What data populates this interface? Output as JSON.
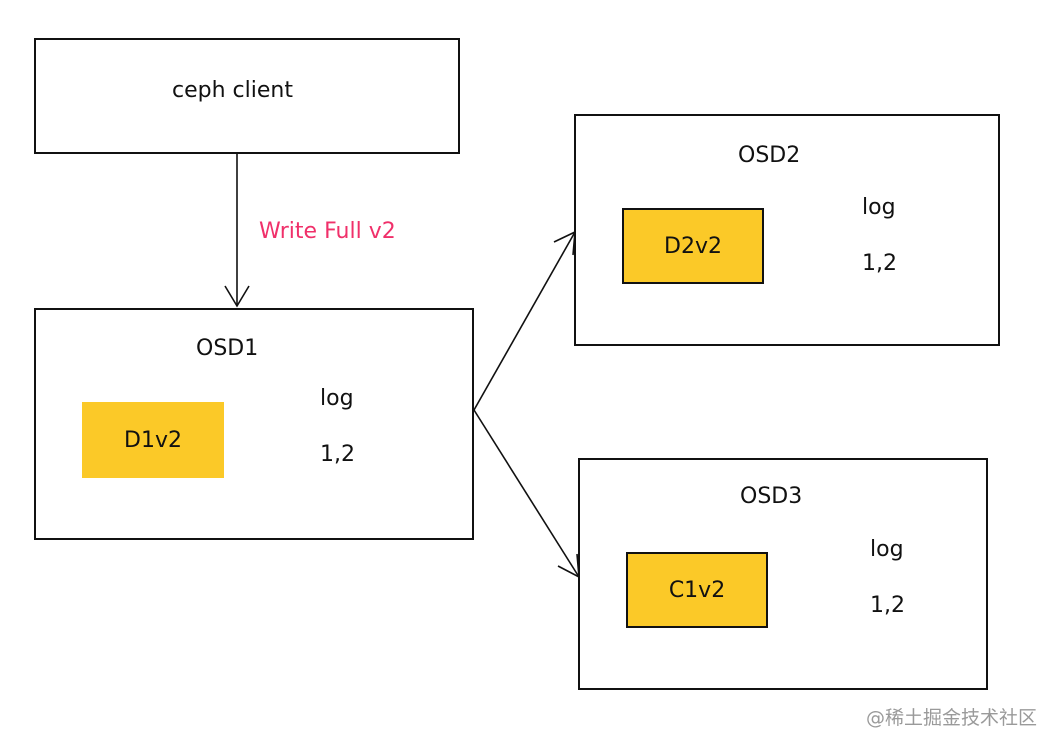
{
  "client": {
    "label": "ceph client"
  },
  "operation": {
    "label": "Write Full v2",
    "color": "#f0306a"
  },
  "chunk_color": "#fbc928",
  "osds": [
    {
      "name": "OSD1",
      "chunk": "D1v2",
      "log_label": "log",
      "log_entries": "1,2"
    },
    {
      "name": "OSD2",
      "chunk": "D2v2",
      "log_label": "log",
      "log_entries": "1,2"
    },
    {
      "name": "OSD3",
      "chunk": "C1v2",
      "log_label": "log",
      "log_entries": "1,2"
    }
  ],
  "watermark": "@稀土掘金技术社区"
}
